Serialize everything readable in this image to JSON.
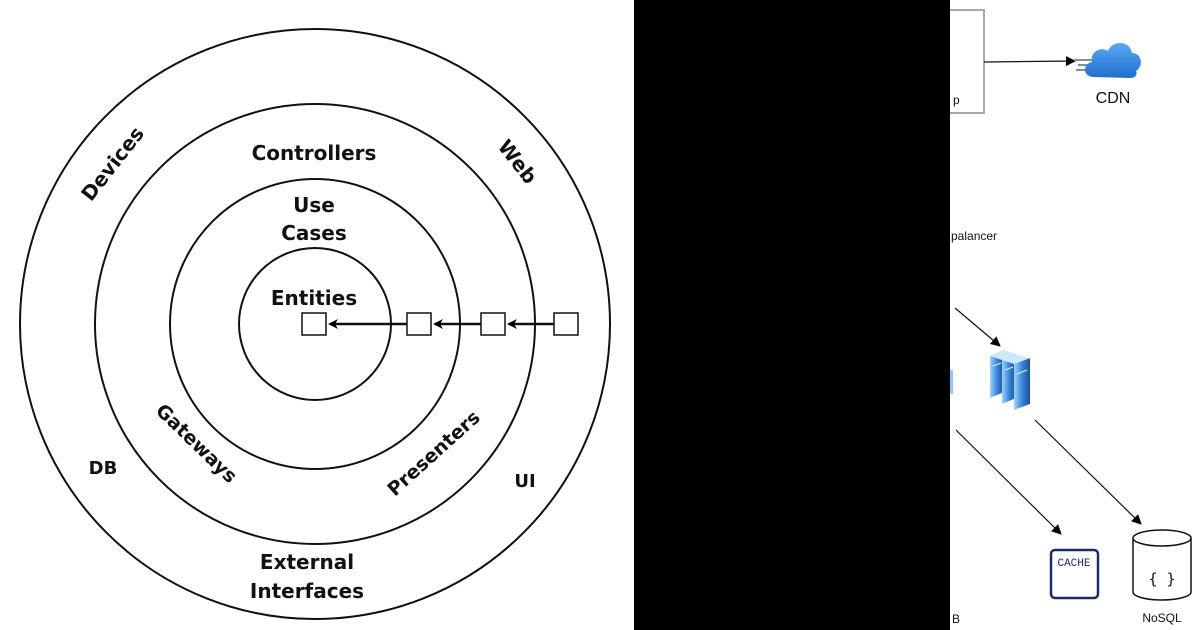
{
  "left_diagram": {
    "rings": {
      "outer": {
        "label_top_left": "Devices",
        "label_top_right": "Web",
        "label_bottom_left": "DB",
        "label_bottom_right": "UI",
        "label_bottom_line1": "External",
        "label_bottom_line2": "Interfaces"
      },
      "ring2": {
        "label_top": "Controllers",
        "label_bottom_left": "Gateways",
        "label_bottom_right": "Presenters"
      },
      "ring3": {
        "label_line1": "Use",
        "label_line2": "Cases"
      },
      "core": {
        "label": "Entities"
      }
    }
  },
  "right_diagram": {
    "partial_box_text": "p",
    "cdn_label": "CDN",
    "balancer_text": "palancer",
    "cache_label": "CACHE",
    "nosql_symbol": "{ }",
    "nosql_label": "NoSQL",
    "db_partial": "B"
  },
  "colors": {
    "cloud": "#2f86e6",
    "server": "#3a86d9",
    "cache_border": "#1f2a6b",
    "black_panel": "#000000"
  }
}
